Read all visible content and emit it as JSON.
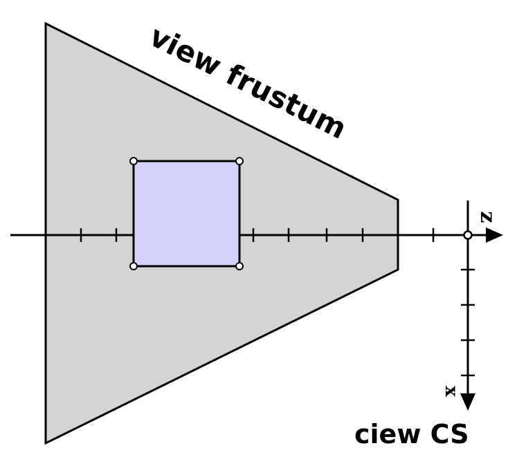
{
  "labels": {
    "frustum": "view frustum",
    "coord_system": "ciew CS",
    "axis_z": "z",
    "axis_x": "x"
  },
  "colors": {
    "frustum_fill": "#d4d4d4",
    "object_fill": "#d2d2fc",
    "stroke": "#000000",
    "vertex_fill": "#ffffff"
  }
}
